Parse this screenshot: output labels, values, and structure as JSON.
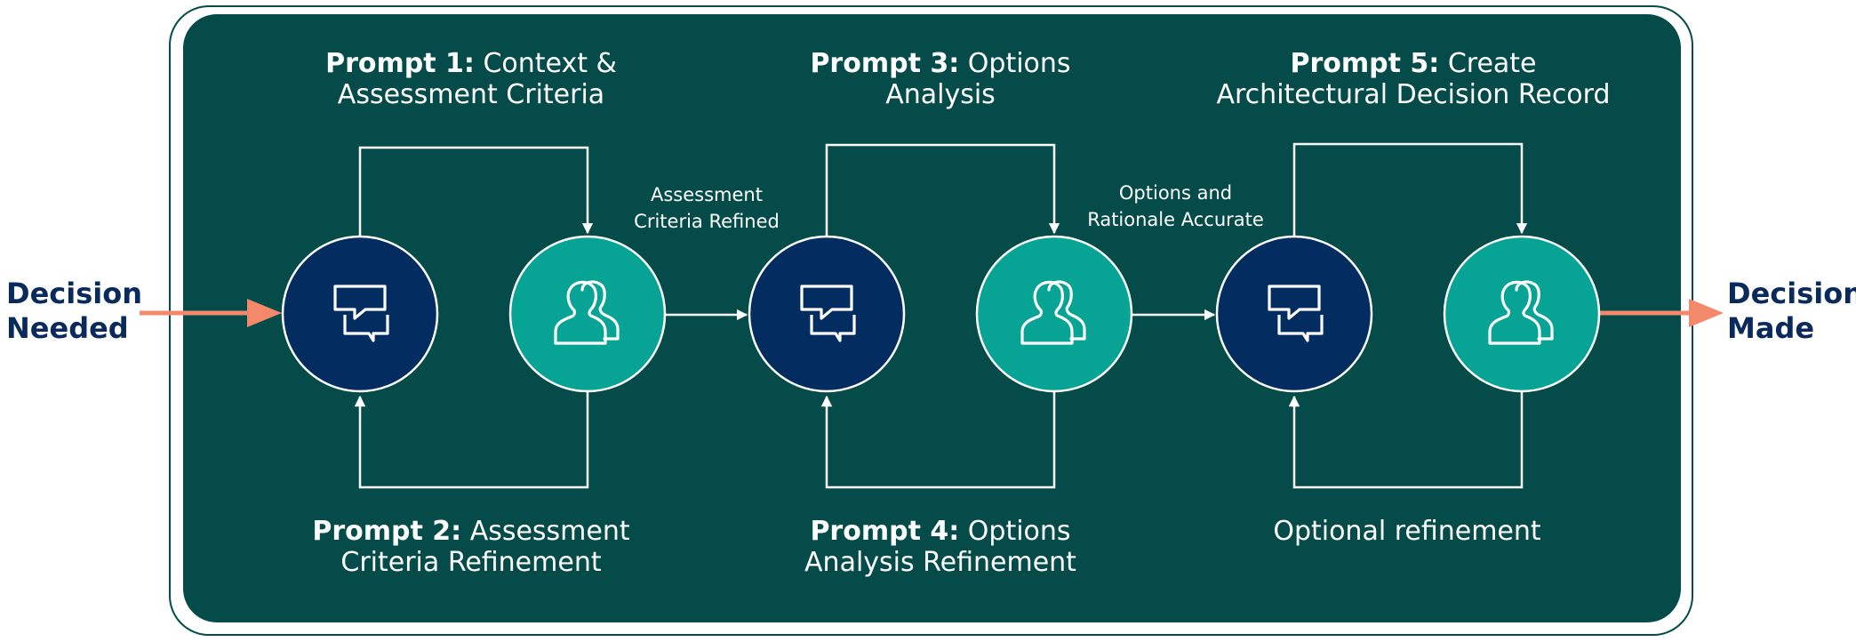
{
  "input_label": [
    "Decision",
    "Needed"
  ],
  "output_label": [
    "Decision",
    "Made"
  ],
  "stages": [
    {
      "top_prompt": {
        "bold": "Prompt 1:",
        "rest": "Context &",
        "line2": "Assessment Criteria"
      },
      "bottom_prompt": {
        "bold": "Prompt 2:",
        "rest": "Assessment",
        "line2": "Criteria Refinement"
      },
      "prompt_node_icon": "chat-bubbles-icon",
      "review_node_icon": "people-icon"
    },
    {
      "top_prompt": {
        "bold": "Prompt 3:",
        "rest": "Options",
        "line2": "Analysis"
      },
      "bottom_prompt": {
        "bold": "Prompt 4:",
        "rest": "Options",
        "line2": "Analysis Refinement"
      },
      "prompt_node_icon": "chat-bubbles-icon",
      "review_node_icon": "people-icon"
    },
    {
      "top_prompt": {
        "bold": "Prompt 5:",
        "rest": "Create",
        "line2": "Architectural Decision Record"
      },
      "bottom_prompt": {
        "bold": "",
        "rest": "Optional refinement",
        "line2": ""
      },
      "prompt_node_icon": "chat-bubbles-icon",
      "review_node_icon": "people-icon"
    }
  ],
  "transitions": [
    {
      "line1": "Assessment",
      "line2": "Criteria Refined"
    },
    {
      "line1": "Options and",
      "line2": "Rationale Accurate"
    }
  ],
  "colors": {
    "panel": "#044b4a",
    "prompt_node": "#032c60",
    "review_node": "#07a394",
    "io_arrow": "#f3896b",
    "io_text": "#0b2a5c",
    "lines": "#ffffff"
  }
}
